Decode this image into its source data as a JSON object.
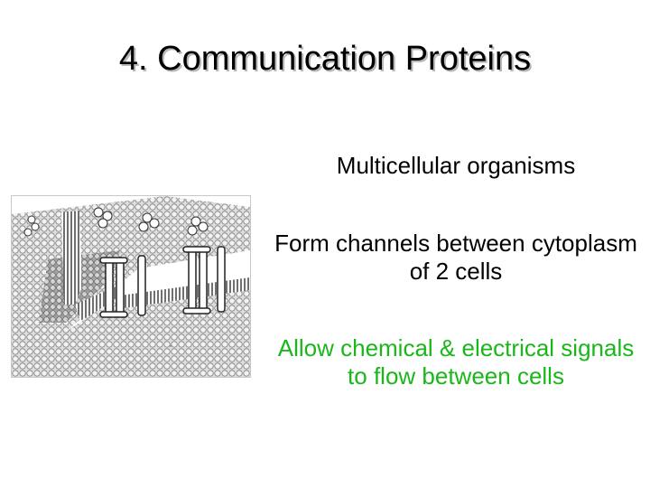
{
  "slide": {
    "title": "4.  Communication Proteins",
    "bullets": [
      "Multicellular organisms",
      "Form channels between cytoplasm of 2 cells",
      "Allow chemical & electrical signals to flow between cells"
    ]
  },
  "colors": {
    "title_shadow": "#b8b8b8",
    "highlight_text": "#1ab71a",
    "body_text": "#000000"
  },
  "figure": {
    "icon": "cell-membrane-gap-junction-illustration"
  }
}
